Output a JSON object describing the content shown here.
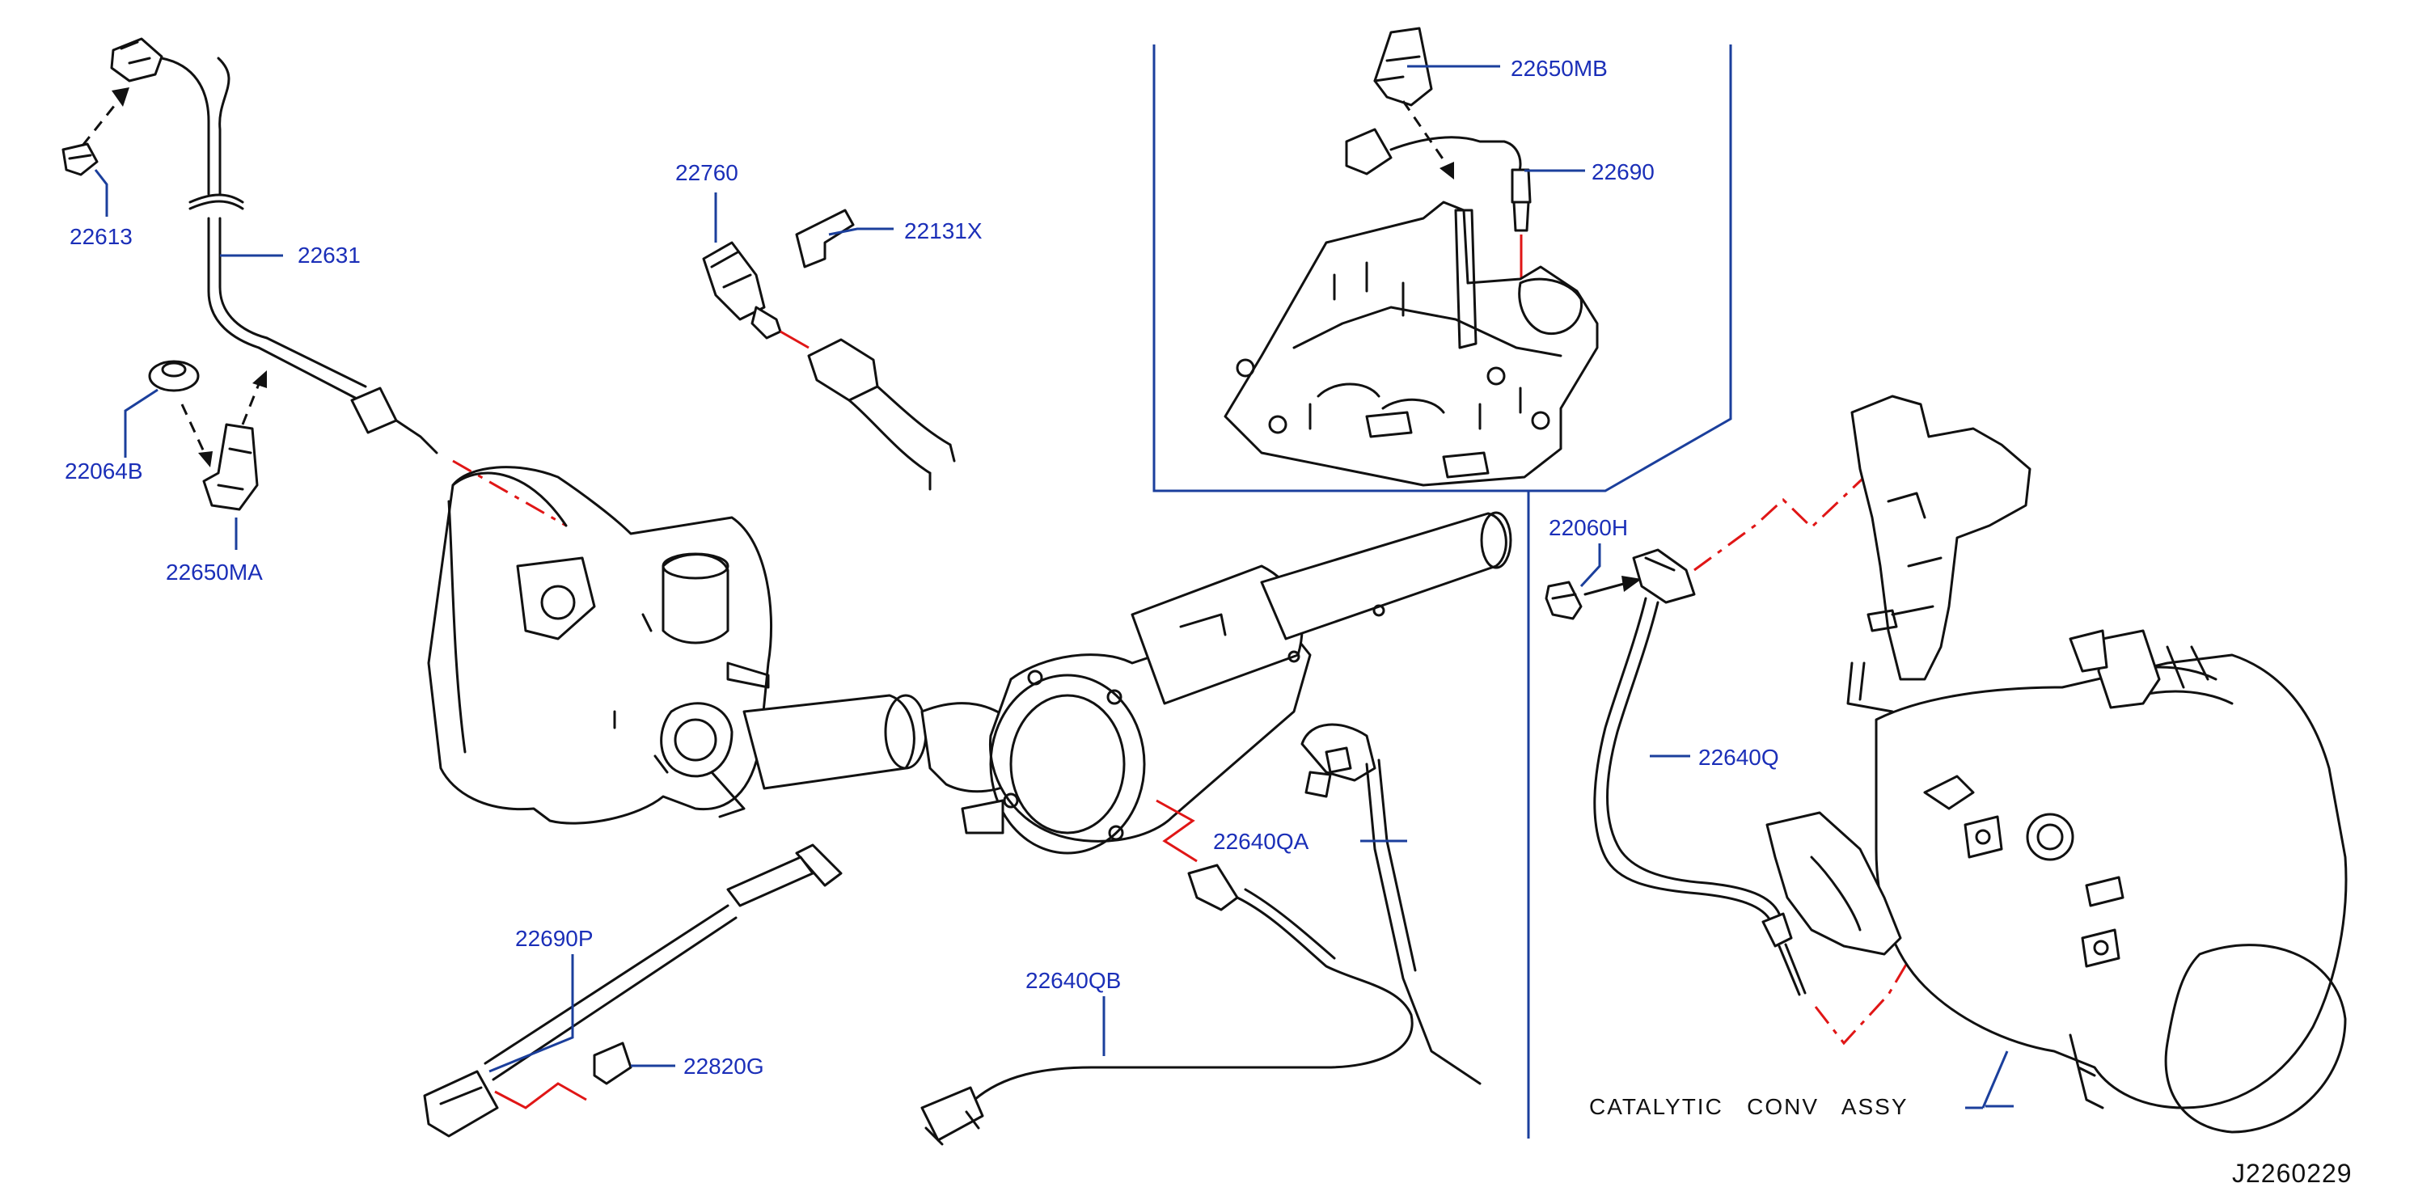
{
  "labels": {
    "p22613": "22613",
    "p22631": "22631",
    "p22064B": "22064B",
    "p22650MA": "22650MA",
    "p22760": "22760",
    "p22131X": "22131X",
    "p22650MB": "22650MB",
    "p22690": "22690",
    "p22060H": "22060H",
    "p22640Q": "22640Q",
    "p22640QA": "22640QA",
    "p22690P": "22690P",
    "p22820G": "22820G",
    "p22640QB": "22640QB",
    "catalytic": "CATALYTIC   CONV   ASSY",
    "diagram_id": "J2260229"
  },
  "colors": {
    "label": "#1b2fb8",
    "leader": "#1b3f9c",
    "red_path": "#e01616",
    "line": "#111111"
  }
}
